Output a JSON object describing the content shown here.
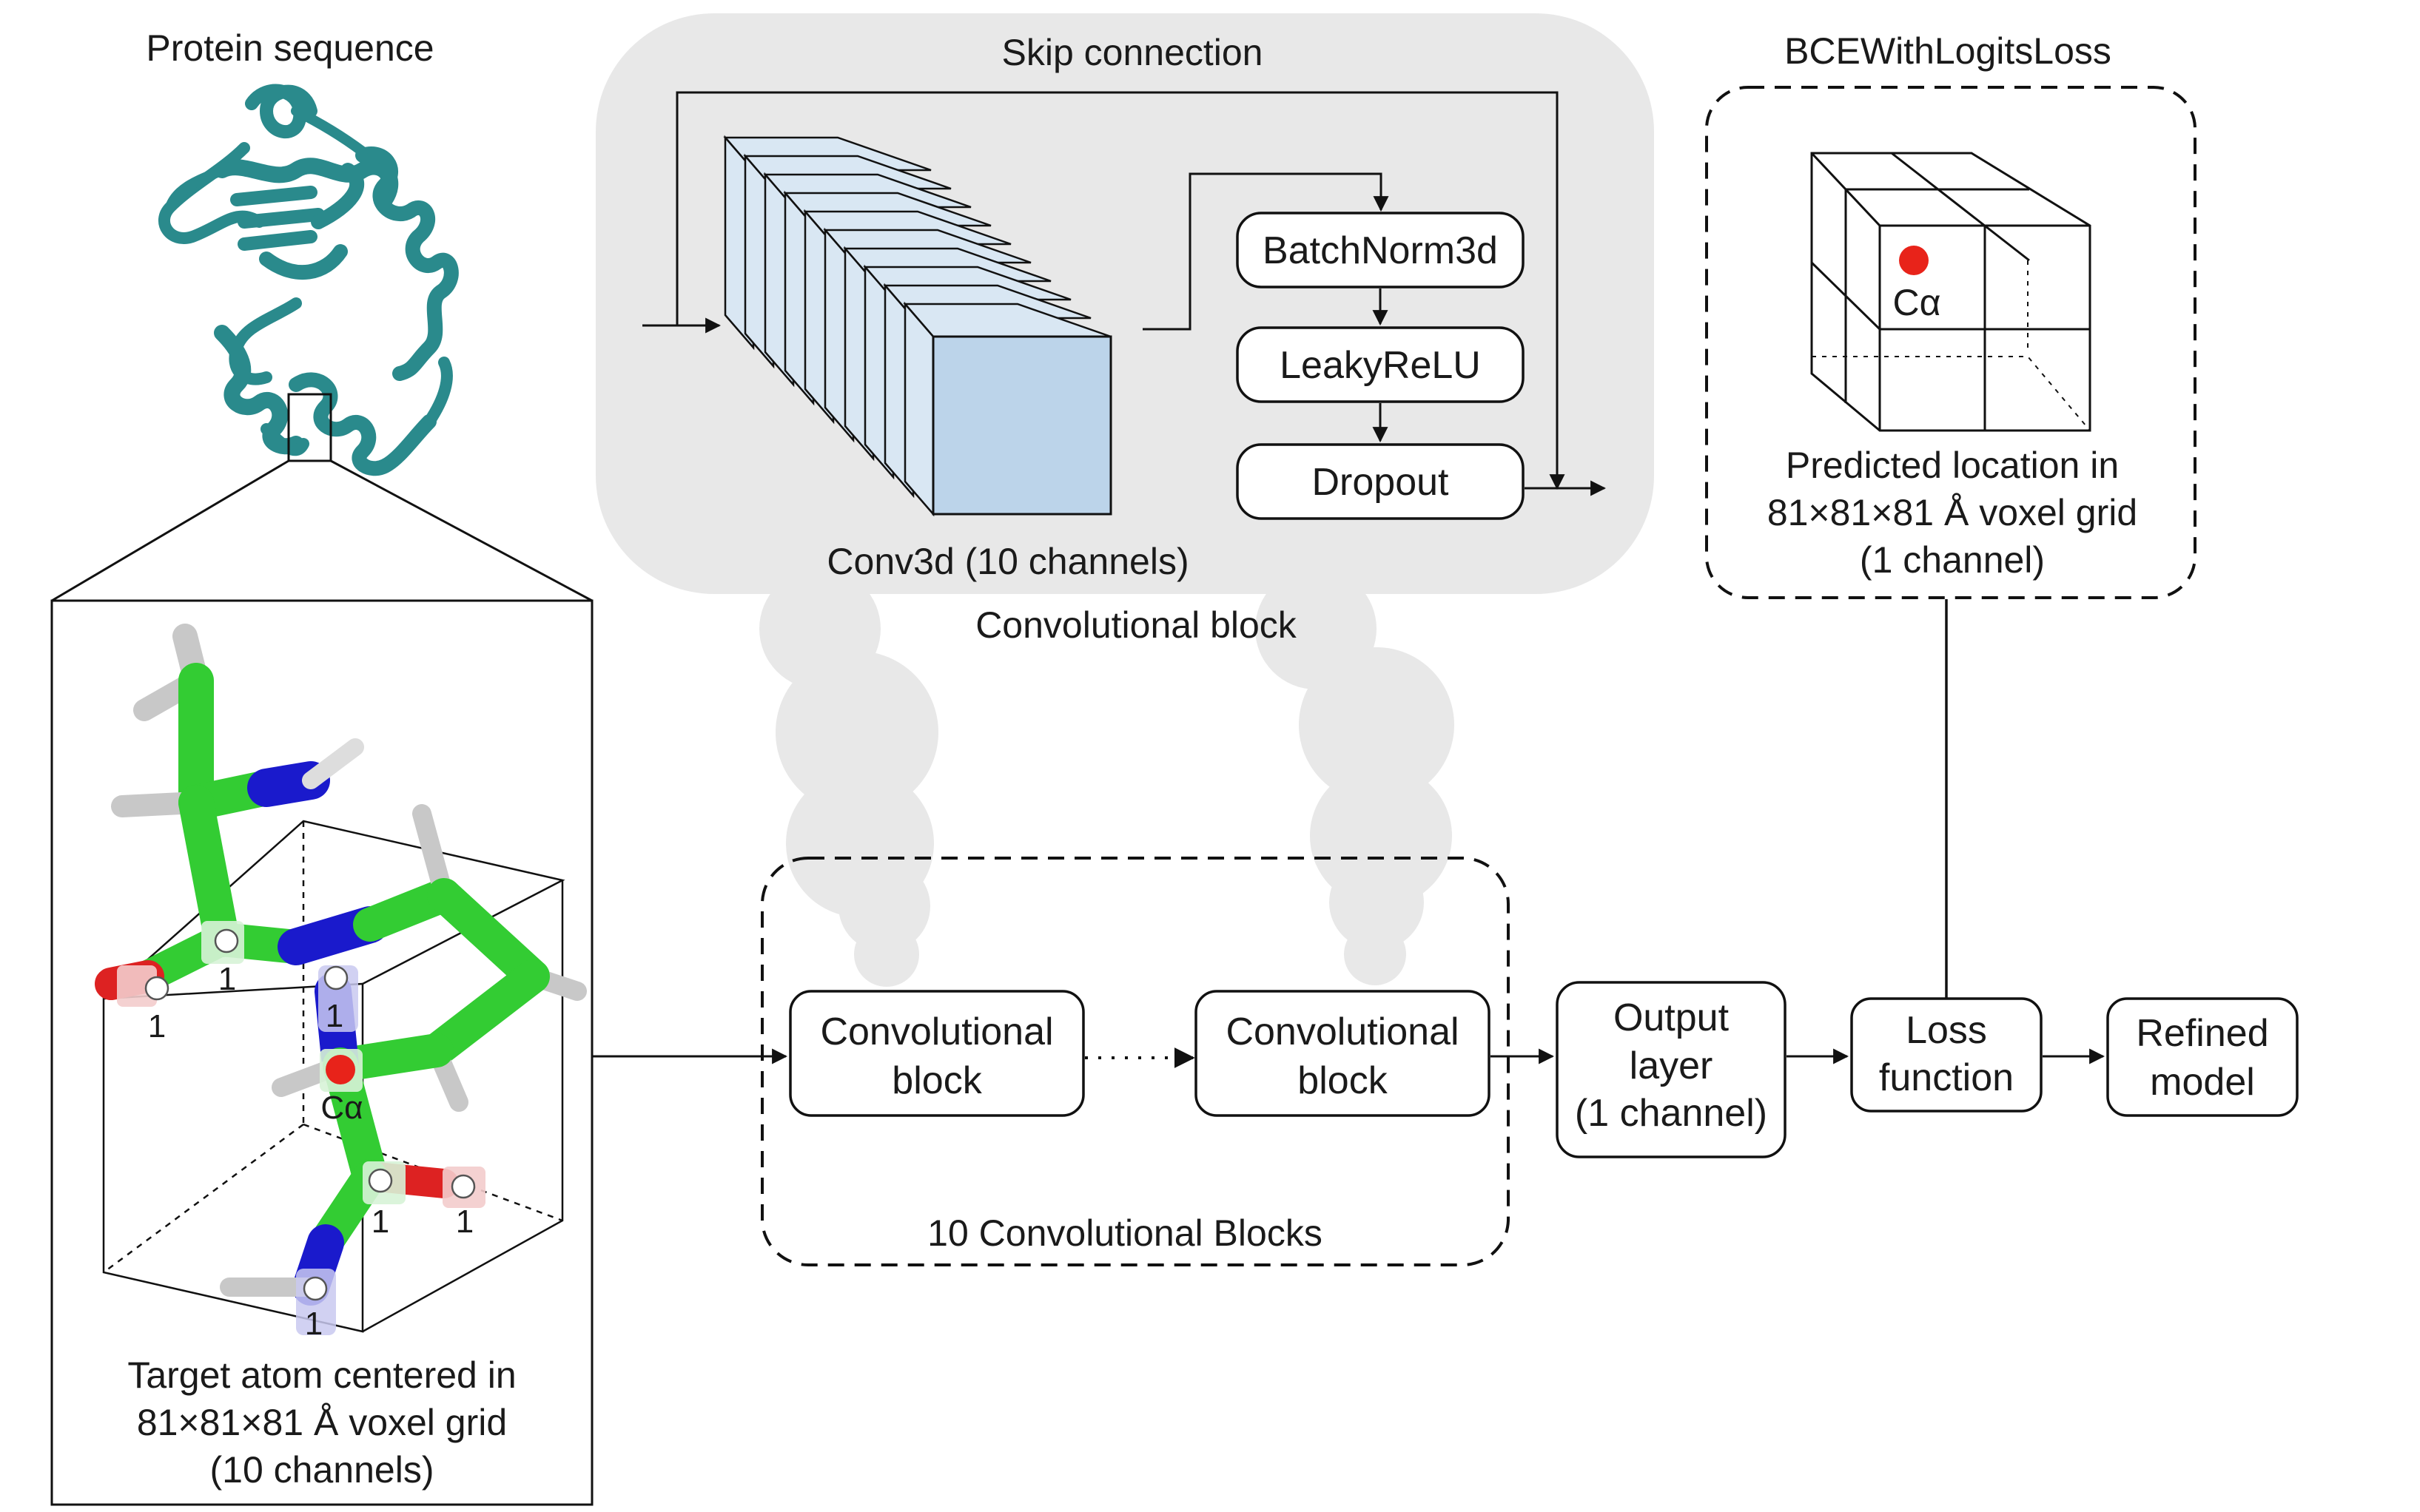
{
  "protein": {
    "title": "Protein sequence",
    "colors": {
      "ribbon": "#2a8a8c"
    }
  },
  "input": {
    "caption_lines": [
      "Target atom centered in",
      "81×81×81 Å voxel grid",
      "(10 channels)"
    ],
    "ca_label": "Cα",
    "voxel_value": "1",
    "colors": {
      "carbon": "#33cc33",
      "nitrogen": "#1a1acc",
      "oxygen": "#dd2222",
      "hydrogen": "#c8c8c8",
      "ca": "#e8231a"
    }
  },
  "conv_block_detail": {
    "skip_label": "Skip connection",
    "conv_label": "Conv3d (10 channels)",
    "section_label": "Convolutional block",
    "layers": [
      "BatchNorm3d",
      "LeakyReLU",
      "Dropout"
    ],
    "channel_count": 10,
    "colors": {
      "cube_front": "#bcd4ea",
      "cube_side": "#d9e7f3",
      "panel": "#e8e8e8"
    }
  },
  "pipeline": {
    "conv_block_lines": [
      "Convolutional",
      "block"
    ],
    "group_label": "10 Convolutional Blocks",
    "output_layer_lines": [
      "Output",
      "layer",
      "(1 channel)"
    ],
    "loss_lines": [
      "Loss",
      "function"
    ],
    "refined_lines": [
      "Refined",
      "model"
    ]
  },
  "loss_panel": {
    "title": "BCEWithLogitsLoss",
    "ca_label": "Cα",
    "caption_lines": [
      "Predicted location in",
      "81×81×81 Å voxel grid",
      "(1 channel)"
    ]
  }
}
